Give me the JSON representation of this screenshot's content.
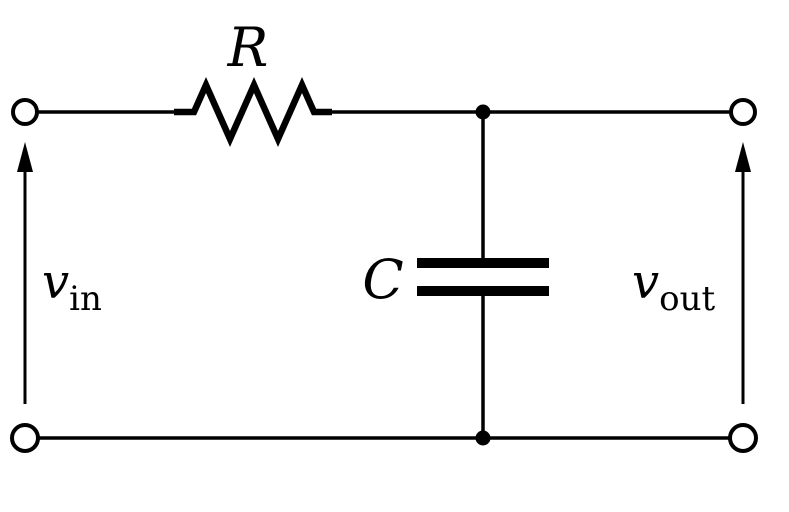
{
  "diagram": {
    "labels": {
      "resistor": "R",
      "capacitor": "C",
      "v_in_base": "v",
      "v_in_sub": "in",
      "v_out_base": "v",
      "v_out_sub": "out"
    },
    "colors": {
      "line": "#000000",
      "background": "#ffffff",
      "terminal_fill": "#ffffff"
    }
  }
}
